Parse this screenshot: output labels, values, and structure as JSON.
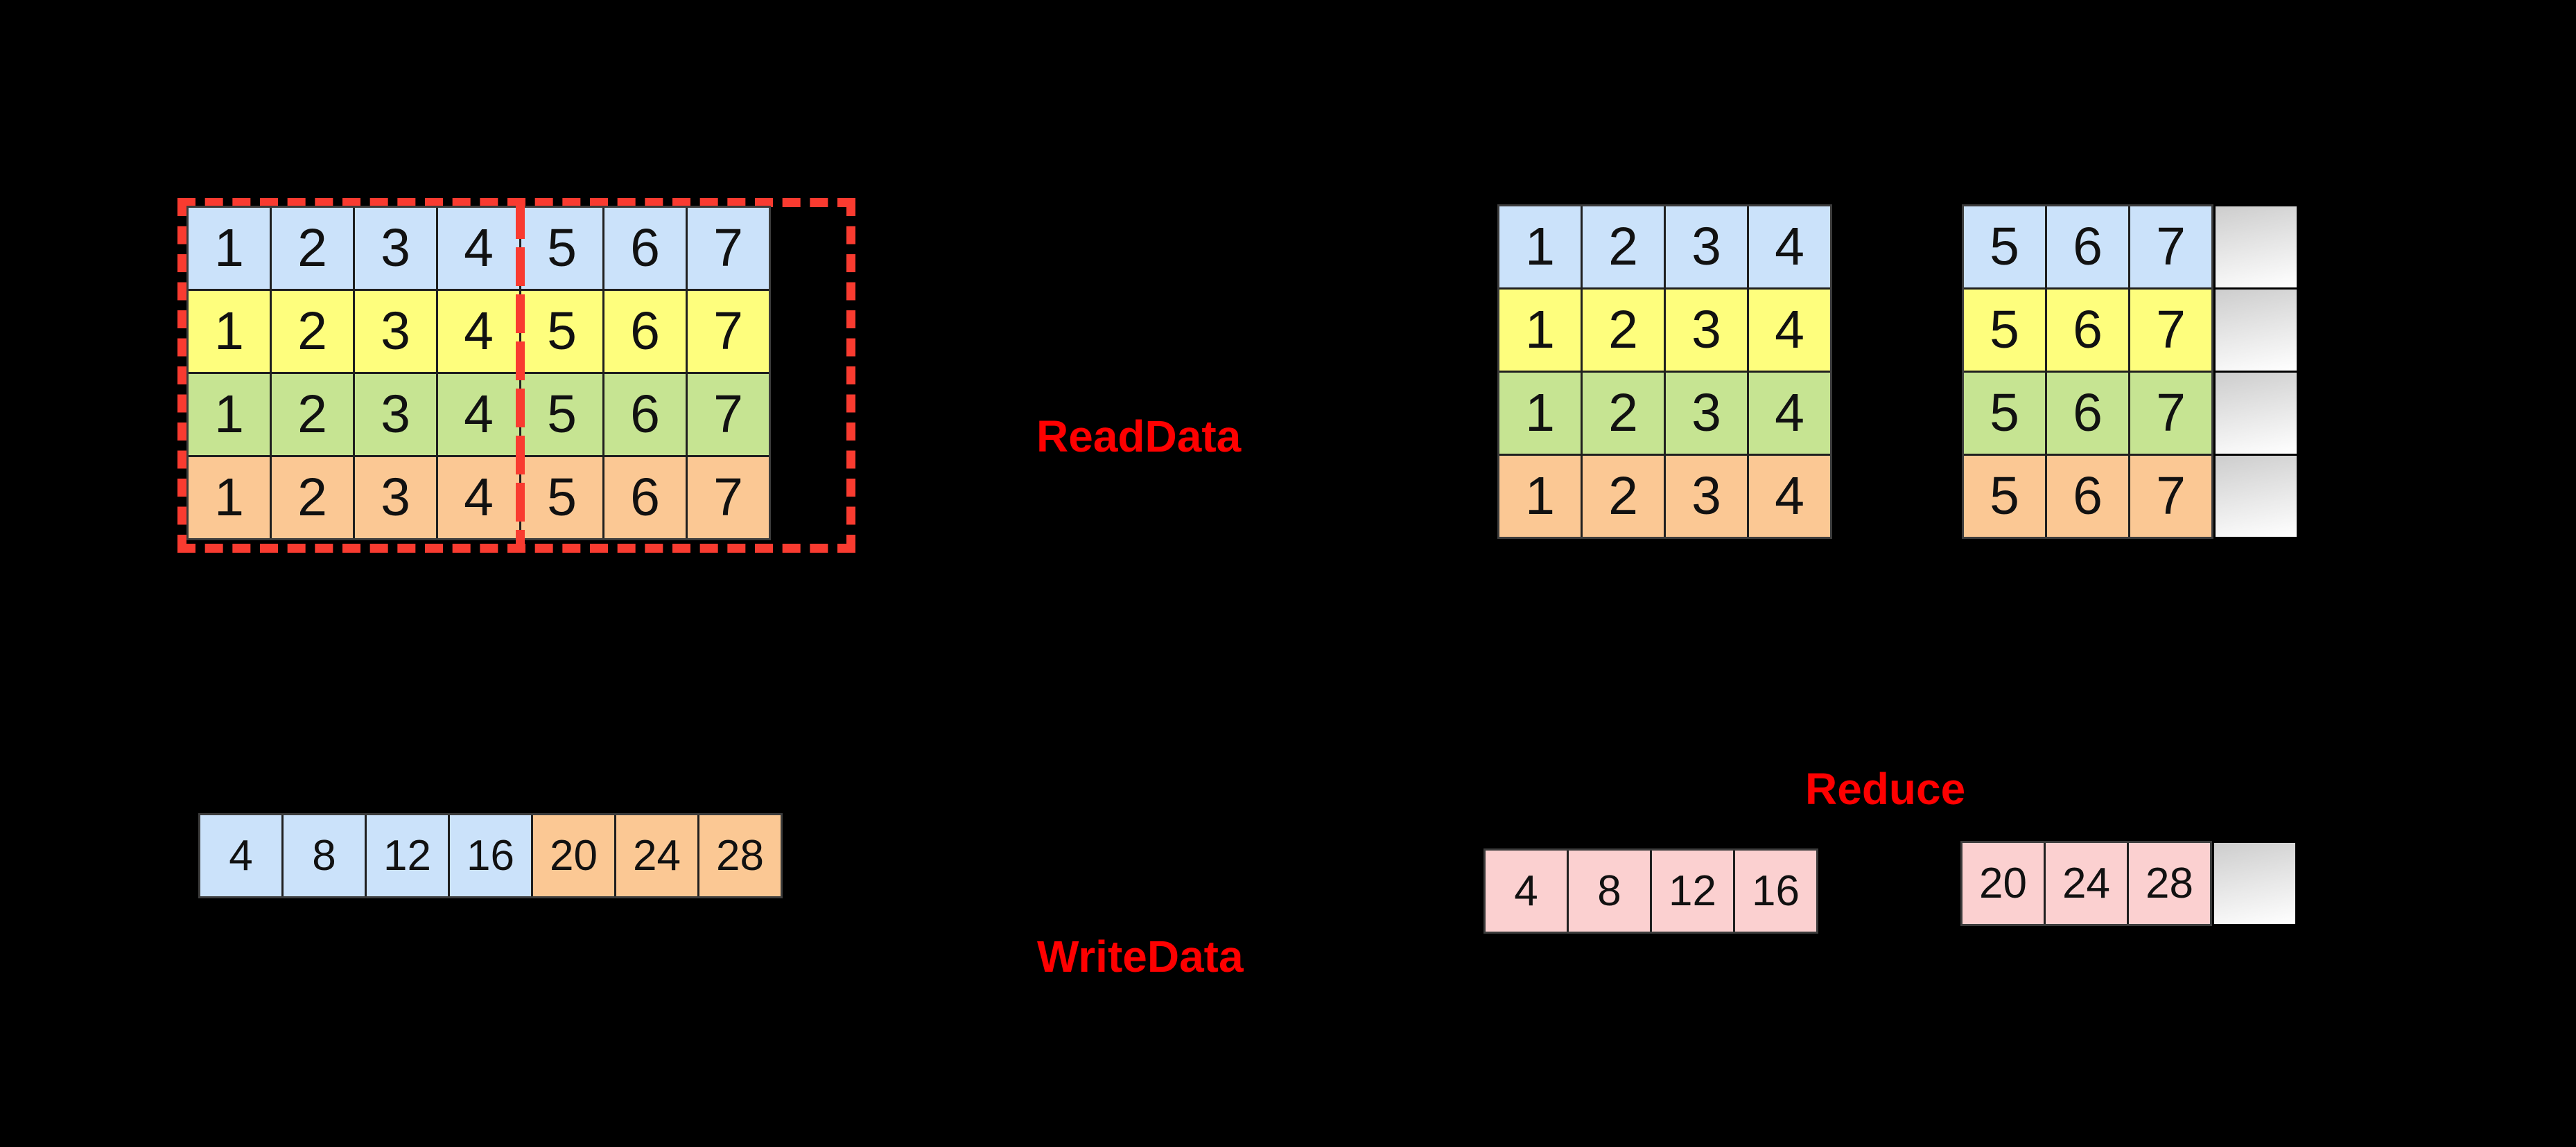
{
  "colors": {
    "background": "#000000",
    "blue": "#CBE2FA",
    "yellow": "#FEFE7D",
    "green": "#C6E492",
    "orange": "#FBC894",
    "pink": "#FBD0D0",
    "pad_top": "#CDCDCD",
    "pad_bottom": "#FFFFFF",
    "red_dash": "#F93B30",
    "red_text": "#FE0000",
    "grid_line": "#1F1F1F",
    "grid_frame": "#3C3C3C",
    "number": "#111111"
  },
  "labels": {
    "read_data": "ReadData",
    "write_data": "WriteData",
    "reduce": "Reduce"
  },
  "grids": {
    "source_matrix": {
      "rows": [
        [
          {
            "v": 1,
            "c": "blue"
          },
          {
            "v": 2,
            "c": "blue"
          },
          {
            "v": 3,
            "c": "blue"
          },
          {
            "v": 4,
            "c": "blue"
          },
          {
            "v": 5,
            "c": "blue"
          },
          {
            "v": 6,
            "c": "blue"
          },
          {
            "v": 7,
            "c": "blue"
          }
        ],
        [
          {
            "v": 1,
            "c": "yellow"
          },
          {
            "v": 2,
            "c": "yellow"
          },
          {
            "v": 3,
            "c": "yellow"
          },
          {
            "v": 4,
            "c": "yellow"
          },
          {
            "v": 5,
            "c": "yellow"
          },
          {
            "v": 6,
            "c": "yellow"
          },
          {
            "v": 7,
            "c": "yellow"
          }
        ],
        [
          {
            "v": 1,
            "c": "green"
          },
          {
            "v": 2,
            "c": "green"
          },
          {
            "v": 3,
            "c": "green"
          },
          {
            "v": 4,
            "c": "green"
          },
          {
            "v": 5,
            "c": "green"
          },
          {
            "v": 6,
            "c": "green"
          },
          {
            "v": 7,
            "c": "green"
          }
        ],
        [
          {
            "v": 1,
            "c": "orange"
          },
          {
            "v": 2,
            "c": "orange"
          },
          {
            "v": 3,
            "c": "orange"
          },
          {
            "v": 4,
            "c": "orange"
          },
          {
            "v": 5,
            "c": "orange"
          },
          {
            "v": 6,
            "c": "orange"
          },
          {
            "v": 7,
            "c": "orange"
          }
        ]
      ]
    },
    "read_left": {
      "rows": [
        [
          {
            "v": 1,
            "c": "blue"
          },
          {
            "v": 2,
            "c": "blue"
          },
          {
            "v": 3,
            "c": "blue"
          },
          {
            "v": 4,
            "c": "blue"
          }
        ],
        [
          {
            "v": 1,
            "c": "yellow"
          },
          {
            "v": 2,
            "c": "yellow"
          },
          {
            "v": 3,
            "c": "yellow"
          },
          {
            "v": 4,
            "c": "yellow"
          }
        ],
        [
          {
            "v": 1,
            "c": "green"
          },
          {
            "v": 2,
            "c": "green"
          },
          {
            "v": 3,
            "c": "green"
          },
          {
            "v": 4,
            "c": "green"
          }
        ],
        [
          {
            "v": 1,
            "c": "orange"
          },
          {
            "v": 2,
            "c": "orange"
          },
          {
            "v": 3,
            "c": "orange"
          },
          {
            "v": 4,
            "c": "orange"
          }
        ]
      ]
    },
    "read_right_main": {
      "rows": [
        [
          {
            "v": 5,
            "c": "blue"
          },
          {
            "v": 6,
            "c": "blue"
          },
          {
            "v": 7,
            "c": "blue"
          }
        ],
        [
          {
            "v": 5,
            "c": "yellow"
          },
          {
            "v": 6,
            "c": "yellow"
          },
          {
            "v": 7,
            "c": "yellow"
          }
        ],
        [
          {
            "v": 5,
            "c": "green"
          },
          {
            "v": 6,
            "c": "green"
          },
          {
            "v": 7,
            "c": "green"
          }
        ],
        [
          {
            "v": 5,
            "c": "orange"
          },
          {
            "v": 6,
            "c": "orange"
          },
          {
            "v": 7,
            "c": "orange"
          }
        ]
      ]
    },
    "read_right_pad": {
      "rows": [
        [
          {
            "v": null,
            "c": "pad"
          }
        ],
        [
          {
            "v": null,
            "c": "pad"
          }
        ],
        [
          {
            "v": null,
            "c": "pad"
          }
        ],
        [
          {
            "v": null,
            "c": "pad"
          }
        ]
      ]
    },
    "write_array": {
      "rows": [
        [
          {
            "v": 4,
            "c": "blue"
          },
          {
            "v": 8,
            "c": "blue"
          },
          {
            "v": 12,
            "c": "blue"
          },
          {
            "v": 16,
            "c": "blue"
          },
          {
            "v": 20,
            "c": "orange"
          },
          {
            "v": 24,
            "c": "orange"
          },
          {
            "v": 28,
            "c": "orange"
          }
        ]
      ]
    },
    "reduce_left": {
      "rows": [
        [
          {
            "v": 4,
            "c": "pink"
          },
          {
            "v": 8,
            "c": "pink"
          },
          {
            "v": 12,
            "c": "pink"
          },
          {
            "v": 16,
            "c": "pink"
          }
        ]
      ]
    },
    "reduce_right_main": {
      "rows": [
        [
          {
            "v": 20,
            "c": "pink"
          },
          {
            "v": 24,
            "c": "pink"
          },
          {
            "v": 28,
            "c": "pink"
          }
        ]
      ]
    },
    "reduce_right_pad": {
      "rows": [
        [
          {
            "v": null,
            "c": "pad"
          }
        ]
      ]
    }
  }
}
